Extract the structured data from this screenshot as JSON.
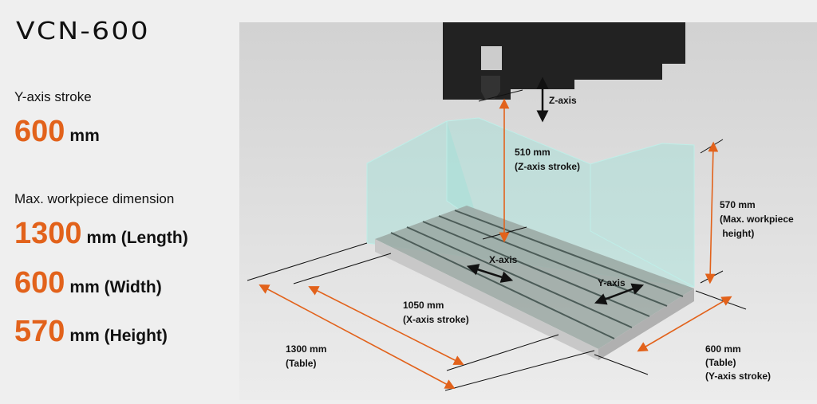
{
  "model": "VCN-600",
  "specs": {
    "y_stroke_label": "Y-axis stroke",
    "y_stroke_value": "600",
    "y_stroke_unit": "mm",
    "workpiece_label": "Max. workpiece dimension",
    "length_value": "1300",
    "length_unit": "mm (Length)",
    "width_value": "600",
    "width_unit": "mm (Width)",
    "height_value": "570",
    "height_unit": "mm (Height)"
  },
  "diagram": {
    "z_axis": "Z-axis",
    "x_axis": "X-axis",
    "y_axis": "Y-axis",
    "z_stroke_1": "510 mm",
    "z_stroke_2": "(Z-axis stroke)",
    "height_1": "570 mm",
    "height_2": "(Max. workpiece",
    "height_3": " height)",
    "x_stroke_1": "1050 mm",
    "x_stroke_2": "(X-axis stroke)",
    "table_len_1": "1300 mm",
    "table_len_2": "(Table)",
    "table_w_1": "600 mm",
    "table_w_2": "(Table)",
    "table_w_3": "(Y-axis stroke)"
  },
  "colors": {
    "accent": "#e2621b",
    "volume": "#9fe0d8"
  }
}
